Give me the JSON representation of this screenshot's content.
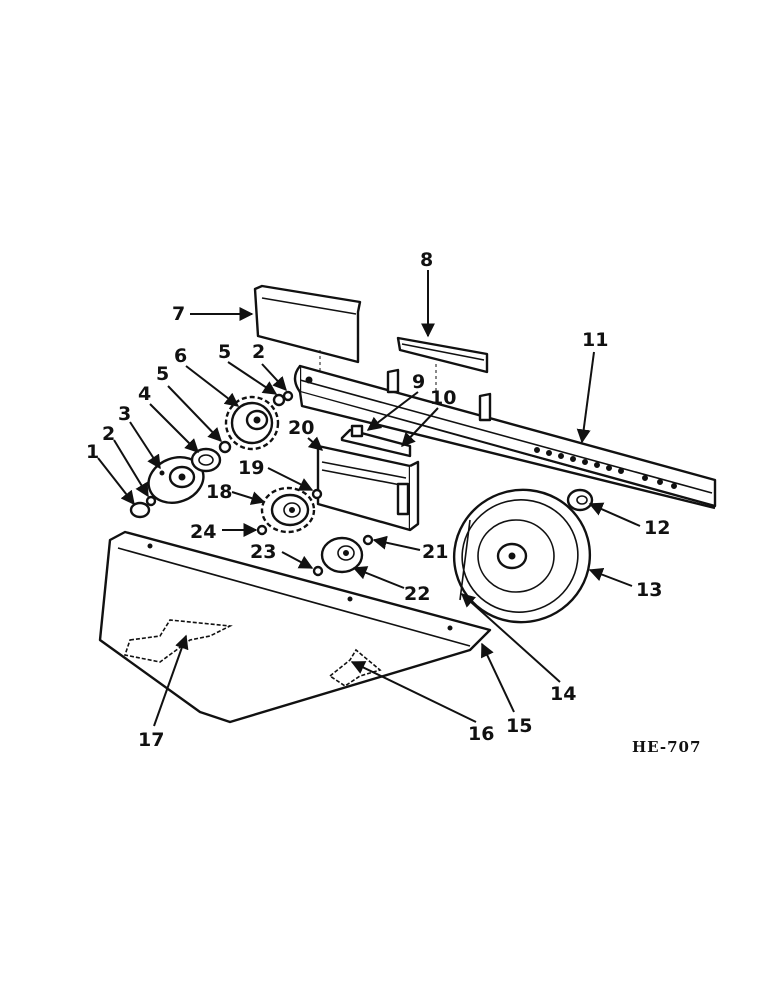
{
  "figure_code": "HE-707",
  "callouts": [
    {
      "id": "c1",
      "text": "1"
    },
    {
      "id": "c2a",
      "text": "2"
    },
    {
      "id": "c2b",
      "text": "2"
    },
    {
      "id": "c3",
      "text": "3"
    },
    {
      "id": "c4",
      "text": "4"
    },
    {
      "id": "c5a",
      "text": "5"
    },
    {
      "id": "c5b",
      "text": "5"
    },
    {
      "id": "c6",
      "text": "6"
    },
    {
      "id": "c7",
      "text": "7"
    },
    {
      "id": "c8",
      "text": "8"
    },
    {
      "id": "c9",
      "text": "9"
    },
    {
      "id": "c10",
      "text": "10"
    },
    {
      "id": "c11",
      "text": "11"
    },
    {
      "id": "c12",
      "text": "12"
    },
    {
      "id": "c13",
      "text": "13"
    },
    {
      "id": "c14",
      "text": "14"
    },
    {
      "id": "c15",
      "text": "15"
    },
    {
      "id": "c16",
      "text": "16"
    },
    {
      "id": "c17",
      "text": "17"
    },
    {
      "id": "c18",
      "text": "18"
    },
    {
      "id": "c19",
      "text": "19"
    },
    {
      "id": "c20",
      "text": "20"
    },
    {
      "id": "c21",
      "text": "21"
    },
    {
      "id": "c22",
      "text": "22"
    },
    {
      "id": "c23",
      "text": "23"
    },
    {
      "id": "c24",
      "text": "24"
    }
  ]
}
